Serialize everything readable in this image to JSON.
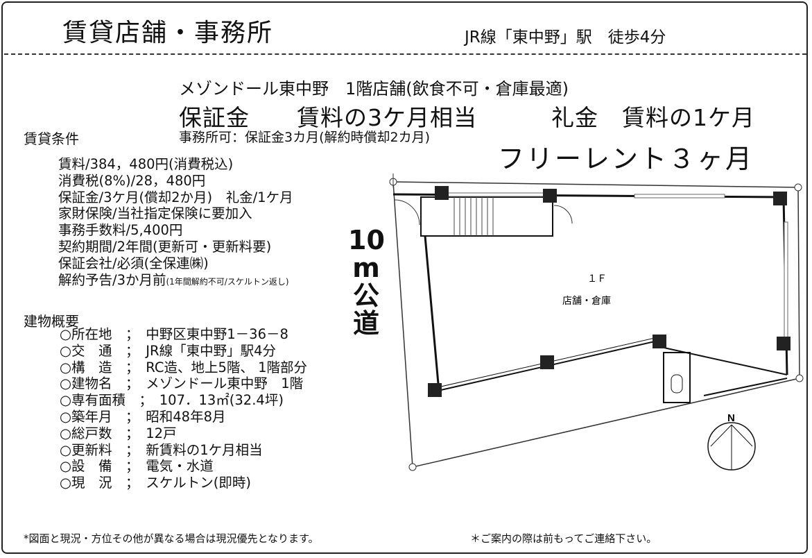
{
  "header": {
    "title": "賃貸店舗・事務所",
    "station": "JR線「東中野」駅　徒歩4分"
  },
  "property": {
    "name": "メゾンドール東中野　1階店舗(飲食不可・倉庫最適)",
    "deposit": "保証金　　賃料の3ケ月相当",
    "key_money": "礼金　賃料の1ケ月",
    "office_note": "事務所可：保証金3カ月(解約時償却2カ月)",
    "free_rent": "フリーレント３ヶ月"
  },
  "conditions": {
    "heading": "賃貸条件",
    "items": [
      "賃料/384，480円(消費税込)",
      "消費税(8%)/28，480円",
      "保証金/3ケ月(償却2か月)　礼金/1ケ月",
      "家財保険/当社指定保険に要加入",
      "事務手数料/5,400円",
      "契約期間/2年間(更新可・更新料要)",
      "保証会社/必須(全保連㈱)"
    ],
    "cancel_main": "解約予告/3か月前",
    "cancel_note": "(1年間解約不可/スケルトン返し)"
  },
  "building": {
    "heading": "建物概要",
    "items": [
      "○所在地　；　中野区東中野1－36－8",
      "○交　通　；　JR線「東中野」駅4分",
      "○構　造　；　RC造、地上5階、 1階部分",
      "○建物名　；　メゾンドール東中野　1階",
      "○専有面積　；　107．13㎡(32.4坪)",
      "○築年月　；　昭和48年8月",
      "○総戸数　；　12戸",
      "○更新料　；　新賃料の1ケ月相当",
      "○設　備　；　電気・水道",
      "○現　況　；　スケルトン(即時)"
    ]
  },
  "floor_plan": {
    "road_chars": [
      "10",
      "m",
      "公",
      "道"
    ],
    "floor_label": "１Ｆ",
    "room_label": "店舗・倉庫",
    "north": "N"
  },
  "footer": {
    "note_left": "*図面と現況・方位その他が異なる場合は現況優先となります。",
    "note_right": "＊ご案内の際は前もってご連絡下さい。"
  }
}
